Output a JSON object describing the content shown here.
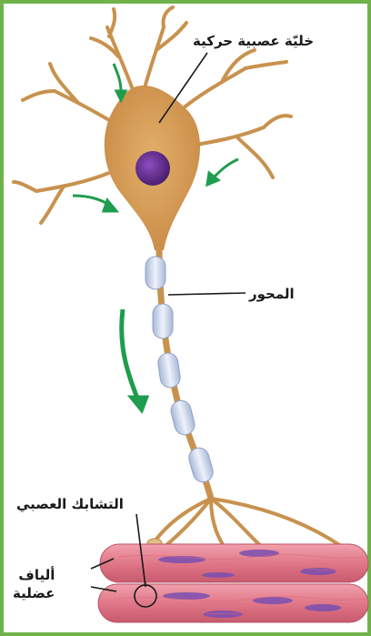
{
  "labels": {
    "motor_neuron": "خليّة عصبية حركية",
    "axon": "المحور",
    "synapse": "التشابك العصبي",
    "muscle_fibers_line1": "ألياف",
    "muscle_fibers_line2": "عضلية"
  },
  "colors": {
    "frame": "#6fb24a",
    "cell_body": "#d09a55",
    "nucleus": "#6a2f92",
    "myelin": "#c9d6ec",
    "arrows": "#1f9d4e",
    "muscle": "#e07788",
    "muscle_stripes": "#7a4fb0"
  }
}
